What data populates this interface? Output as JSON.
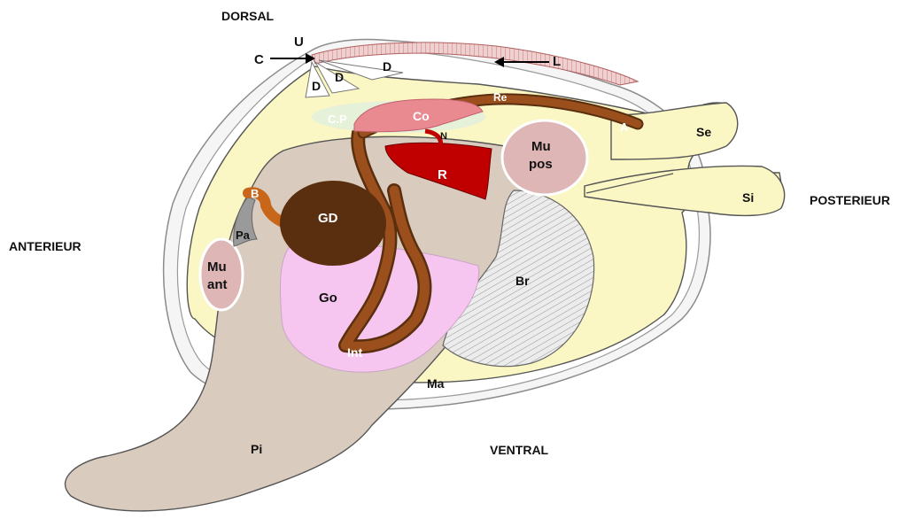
{
  "orientation": {
    "dorsal": "DORSAL",
    "ventral": "VENTRAL",
    "anterior": "ANTERIEUR",
    "posterior": "POSTERIEUR"
  },
  "labels": {
    "U": "U",
    "C": "C",
    "L": "L",
    "D": "D",
    "Re": "Re",
    "Co": "Co",
    "CP": "C.P",
    "N": "N",
    "A": "A",
    "Se": "Se",
    "Si": "Si",
    "Mu_pos_1": "Mu",
    "Mu_pos_2": "pos",
    "R": "R",
    "B": "B",
    "GD": "GD",
    "Pa": "Pa",
    "Mu_ant_1": "Mu",
    "Mu_ant_2": "ant",
    "Go": "Go",
    "Br": "Br",
    "Int": "Int",
    "Ma": "Ma",
    "Pi": "Pi"
  },
  "colors": {
    "mantle": "#fbf7c4",
    "foot": "#d9cbbd",
    "digestive_gland": "#5a2f0f",
    "intestine": "#8b4513",
    "gonad": "#f6c6f0",
    "heart": "#c00000",
    "pericardium": "#e98a90",
    "adductor": "#deb6b6",
    "gill": "#e7e7e7",
    "shell": "#f2f2f2",
    "palps": "#9a9a9a",
    "mouth": "#c8661a"
  }
}
